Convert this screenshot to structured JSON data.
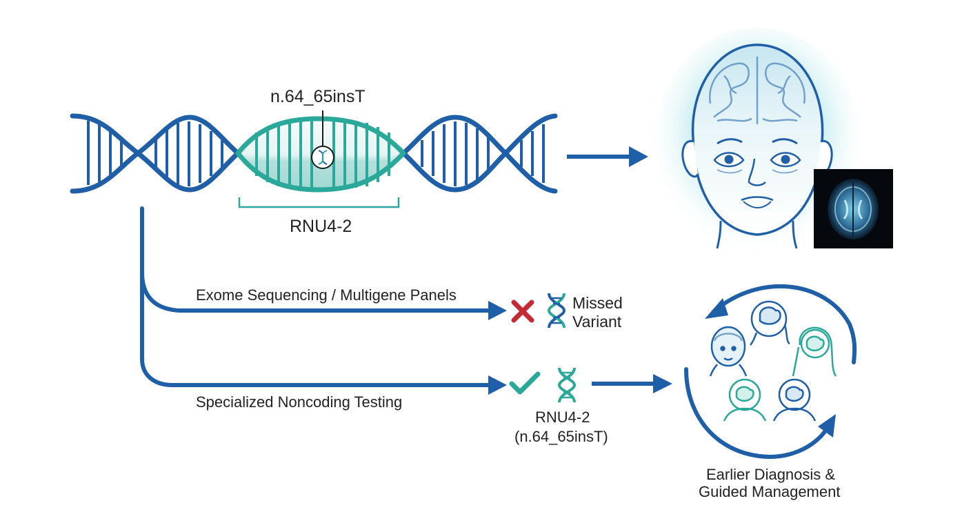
{
  "colors": {
    "blue": "#1f5fa8",
    "teal": "#2aa89a",
    "red": "#c42b34",
    "dark": "#1a1a1a"
  },
  "dna": {
    "variant_label": "n.64_65insT",
    "gene_label": "RNU4-2"
  },
  "paths": {
    "exome": {
      "label": "Exome Sequencing / Multigene Panels",
      "result_icon": "cross-icon",
      "result_text_line1": "Missed",
      "result_text_line2": "Variant"
    },
    "noncoding": {
      "label": "Specialized Noncoding Testing",
      "result_icon": "check-icon",
      "result_text_line1": "RNU4-2",
      "result_text_line2": "(n.64_65insT)"
    }
  },
  "outcome": {
    "line1": "Earlier Diagnosis &",
    "line2": "Guided Management"
  },
  "icons": [
    "dna-helix-icon",
    "child-head-icon",
    "brain-mri-icon",
    "cycle-arrows-icon",
    "person-brain-icon"
  ]
}
